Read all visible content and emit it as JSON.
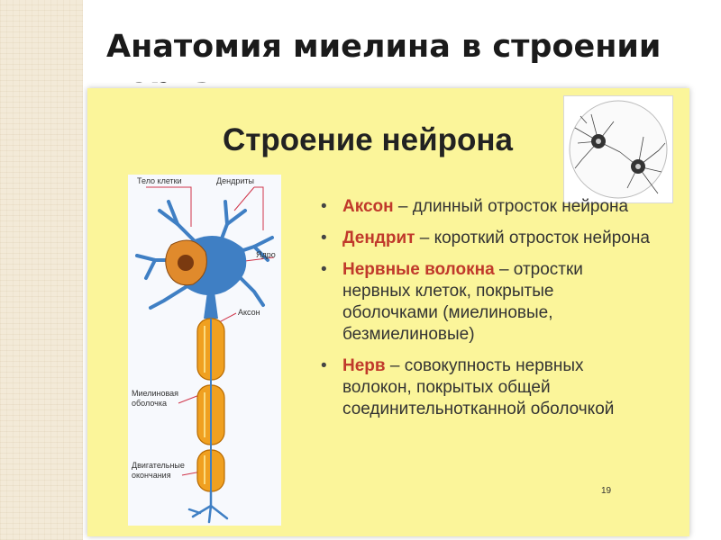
{
  "slide": {
    "title": "Анатомия миелина в строении нерва"
  },
  "inner": {
    "heading": "Строение нейрона",
    "page_number": "19",
    "figure_labels": {
      "cell_body": "Тело клетки",
      "dendrites": "Дендриты",
      "nucleus": "Ядро",
      "axon": "Аксон",
      "myelin_line1": "Миелиновая",
      "myelin_line2": "оболочка",
      "motor_line1": "Двигательные",
      "motor_line2": "окончания"
    },
    "bullets": [
      {
        "term": "Аксон",
        "text": " – длинный отросток нейрона"
      },
      {
        "term": "Дендрит",
        "text": " – короткий отросток нейрона"
      },
      {
        "term": "Нервные волокна",
        "text": " – отростки нервных клеток, покрытые оболочками (миелиновые, безмиелиновые)"
      },
      {
        "term": "Нерв",
        "text": " – совокупность нервных волокон, покрытых общей соединительнотканной оболочкой"
      }
    ]
  },
  "colors": {
    "inner_background": "#fbf59a",
    "term_color": "#c0392b",
    "myelin": "#f0a020",
    "neuron_blue": "#3f7fc4",
    "cell_body_orange": "#e08a2c"
  }
}
